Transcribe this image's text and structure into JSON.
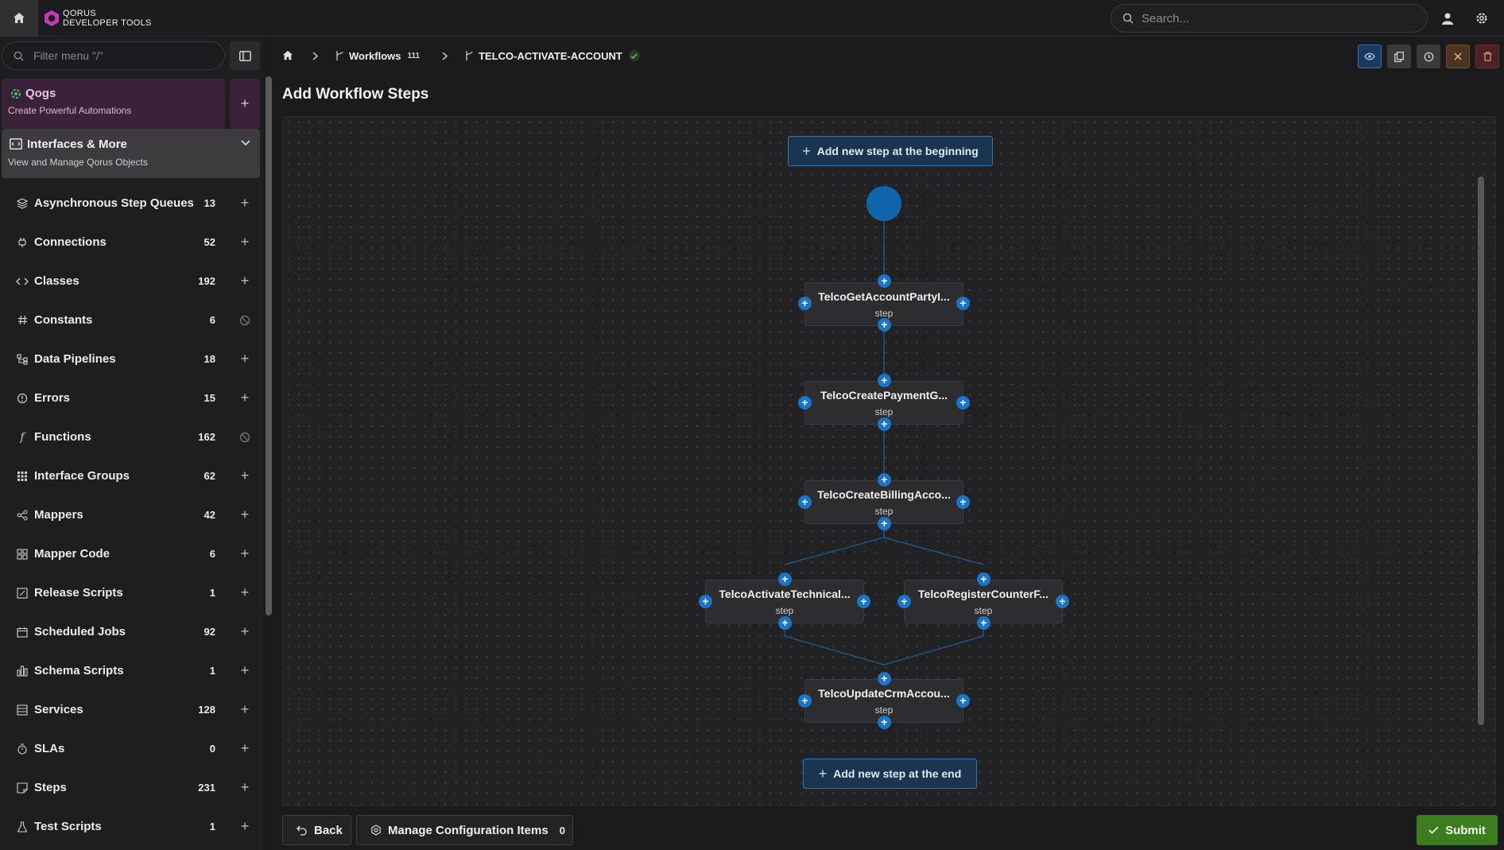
{
  "app": {
    "logo_line1": "QORUS",
    "logo_line2": "DEVELOPER TOOLS"
  },
  "search": {
    "placeholder": "Search..."
  },
  "sidebar": {
    "filter_placeholder": "Filter menu \"/\"",
    "qogs": {
      "title": "Qogs",
      "subtitle": "Create Powerful Automations"
    },
    "interfaces": {
      "title": "Interfaces & More",
      "subtitle": "View and Manage Qorus Objects"
    },
    "items": [
      {
        "label": "Asynchronous Step Queues",
        "count": "13",
        "icon": "layers-icon",
        "action": "add"
      },
      {
        "label": "Connections",
        "count": "52",
        "icon": "plug-icon",
        "action": "add"
      },
      {
        "label": "Classes",
        "count": "192",
        "icon": "code-icon",
        "action": "add"
      },
      {
        "label": "Constants",
        "count": "6",
        "icon": "hash-icon",
        "action": "disabled"
      },
      {
        "label": "Data Pipelines",
        "count": "18",
        "icon": "pipeline-icon",
        "action": "add"
      },
      {
        "label": "Errors",
        "count": "15",
        "icon": "error-icon",
        "action": "add"
      },
      {
        "label": "Functions",
        "count": "162",
        "icon": "function-icon",
        "action": "disabled"
      },
      {
        "label": "Interface Groups",
        "count": "62",
        "icon": "grid-icon",
        "action": "add"
      },
      {
        "label": "Mappers",
        "count": "42",
        "icon": "mapper-icon",
        "action": "add"
      },
      {
        "label": "Mapper Code",
        "count": "6",
        "icon": "mapper-code-icon",
        "action": "add"
      },
      {
        "label": "Release Scripts",
        "count": "1",
        "icon": "release-icon",
        "action": "add"
      },
      {
        "label": "Scheduled Jobs",
        "count": "92",
        "icon": "calendar-icon",
        "action": "add"
      },
      {
        "label": "Schema Scripts",
        "count": "1",
        "icon": "schema-icon",
        "action": "add"
      },
      {
        "label": "Services",
        "count": "128",
        "icon": "services-icon",
        "action": "add"
      },
      {
        "label": "SLAs",
        "count": "0",
        "icon": "stopwatch-icon",
        "action": "add"
      },
      {
        "label": "Steps",
        "count": "231",
        "icon": "steps-icon",
        "action": "add"
      },
      {
        "label": "Test Scripts",
        "count": "1",
        "icon": "flask-icon",
        "action": "add"
      }
    ]
  },
  "breadcrumb": {
    "workflows_label": "Workflows",
    "workflows_count": "111",
    "current": "TELCO-ACTIVATE-ACCOUNT"
  },
  "page": {
    "title": "Add Workflow Steps"
  },
  "canvas": {
    "add_beginning": "Add new step at the beginning",
    "add_end": "Add new step at the end",
    "steps": [
      {
        "name": "TelcoGetAccountPartyI...",
        "kind": "step"
      },
      {
        "name": "TelcoCreatePaymentG...",
        "kind": "step"
      },
      {
        "name": "TelcoCreateBillingAcco...",
        "kind": "step"
      },
      {
        "name": "TelcoActivateTechnical...",
        "kind": "step"
      },
      {
        "name": "TelcoRegisterCounterF...",
        "kind": "step"
      },
      {
        "name": "TelcoUpdateCrmAccou...",
        "kind": "step"
      }
    ]
  },
  "footer": {
    "back": "Back",
    "manage_config": "Manage Configuration Items",
    "config_count": "0",
    "submit": "Submit"
  },
  "colors": {
    "accent": "#1a74c8",
    "qogs_bg": "#3a2238",
    "submit": "#3b7d1f",
    "danger": "#c0392b"
  }
}
